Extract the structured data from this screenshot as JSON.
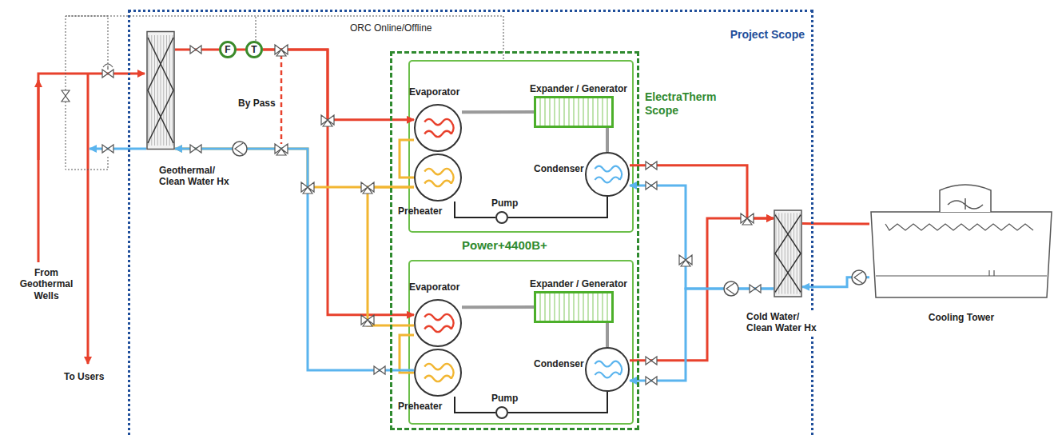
{
  "diagram": {
    "nodes": [
      {
        "text": [
          "Project Scope"
        ]
      },
      {
        "text": [
          "Geothermal/ Clean Water Hx"
        ],
        "in": 0
      },
      {
        "text": [
          "F"
        ],
        "in": 0
      },
      {
        "text": [
          "T"
        ],
        "in": 0
      },
      {
        "text": [
          "ElectraTherm Scope"
        ],
        "in": 0
      },
      {
        "text": [
          "Evaporator"
        ],
        "in": 4
      },
      {
        "text": [
          "Expander / Generator"
        ],
        "in": 4
      },
      {
        "text": [
          "Preheater"
        ],
        "in": 4
      },
      {
        "text": [
          "Pump"
        ],
        "in": 4
      },
      {
        "text": [
          "Condenser"
        ],
        "in": 4
      },
      {
        "text": [
          "Evaporator"
        ],
        "in": 4
      },
      {
        "text": [
          "Expander / Generator"
        ],
        "in": 4
      },
      {
        "text": [
          "Preheater"
        ],
        "in": 4
      },
      {
        "text": [
          "Pump"
        ],
        "in": 4
      },
      {
        "text": [
          "Condenser"
        ],
        "in": 4
      },
      {
        "text": [
          "Cold Water/ Clean Water Hx"
        ],
        "in": 0
      },
      {
        "text": [
          "Cooling Tower"
        ]
      }
    ],
    "edges": [
      {
        "from": 1,
        "to": 2,
        "arrow": "none"
      },
      {
        "from": 2,
        "to": 3,
        "arrow": "none"
      },
      {
        "from": 3,
        "to": 5,
        "arrow": "to"
      },
      {
        "from": 3,
        "to": 10,
        "arrow": "to"
      },
      {
        "from": 5,
        "to": 7,
        "arrow": "none"
      },
      {
        "from": 5,
        "to": 6,
        "arrow": "none"
      },
      {
        "from": 6,
        "to": 9,
        "arrow": "none"
      },
      {
        "from": 9,
        "to": 8,
        "arrow": "none"
      },
      {
        "from": 8,
        "to": 7,
        "arrow": "none"
      },
      {
        "from": 10,
        "to": 12,
        "arrow": "none"
      },
      {
        "from": 10,
        "to": 11,
        "arrow": "none"
      },
      {
        "from": 11,
        "to": 14,
        "arrow": "none"
      },
      {
        "from": 14,
        "to": 13,
        "arrow": "none"
      },
      {
        "from": 13,
        "to": 12,
        "arrow": "none"
      },
      {
        "from": 7,
        "to": 10,
        "arrow": "none"
      },
      {
        "from": 7,
        "to": 1,
        "arrow": "to"
      },
      {
        "from": 12,
        "to": 1,
        "arrow": "to"
      },
      {
        "from": 9,
        "to": 15,
        "arrow": "to"
      },
      {
        "from": 15,
        "to": 9,
        "arrow": "to"
      },
      {
        "from": 14,
        "to": 15,
        "arrow": "to"
      },
      {
        "from": 15,
        "to": 14,
        "arrow": "to"
      },
      {
        "from": 15,
        "to": 16,
        "arrow": "none"
      },
      {
        "from": 16,
        "to": 15,
        "arrow": "to"
      }
    ],
    "labels": [
      "ORC Online/Offline",
      "By Pass",
      "Power+4400B+",
      "From Geothermal Wells",
      "To Users"
    ]
  }
}
